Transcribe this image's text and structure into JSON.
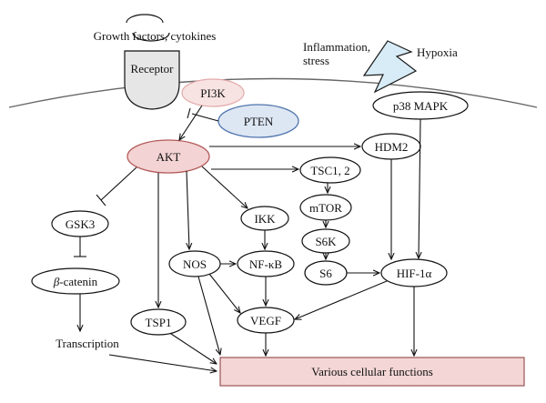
{
  "labels": {
    "growth_factors": "Growth factors, cytokines",
    "receptor": "Receptor",
    "inflammation_line1": "Inflammation,",
    "inflammation_line2": "stress",
    "hypoxia": "Hypoxia",
    "transcription": "Transcription"
  },
  "nodes": {
    "pi3k": "PI3K",
    "pten": "PTEN",
    "akt": "AKT",
    "p38mapk": "p38 MAPK",
    "hdm2": "HDM2",
    "tsc": "TSC1, 2",
    "mtor": "mTOR",
    "s6k": "S6K",
    "s6": "S6",
    "hif1a": "HIF-1α",
    "gsk3": "GSK3",
    "beta_catenin_symbol": "β",
    "beta_catenin_rest": "-catenin",
    "ikk": "IKK",
    "nos": "NOS",
    "nfkb": "NF-κB",
    "vegf": "VEGF",
    "tsp1": "TSP1",
    "various": "Various cellular functions"
  },
  "colors": {
    "pi3k_fill": "#f8e3e3",
    "pi3k_stroke": "#e3aaaa",
    "pten_fill": "#dde6f3",
    "pten_stroke": "#4f74ad",
    "akt_fill": "#f3d3d3",
    "akt_stroke": "#b45a5a",
    "box_fill": "#f4d6d6",
    "box_stroke": "#a06060",
    "receptor_fill": "#e6e6e6",
    "bolt_fill": "#d7ecf7",
    "bolt_stroke": "#1a1a1a"
  }
}
